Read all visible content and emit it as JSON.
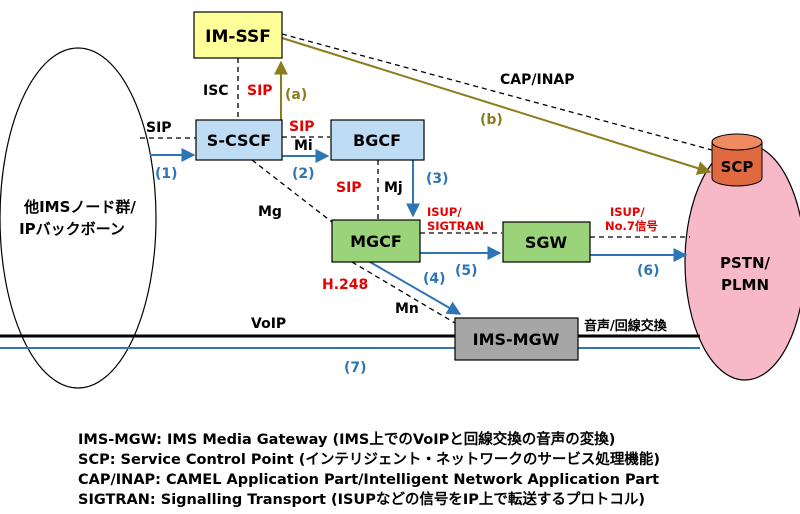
{
  "colors": {
    "node_fill_blue": "#bfdcf5",
    "node_fill_yellow": "#ffff99",
    "node_fill_green": "#9bd37a",
    "node_fill_gray": "#a6a6a6",
    "pstn_fill": "#f7b9c8",
    "scp_fill": "#e06a40",
    "step_number_blue": "#2e75b6",
    "protocol_red": "#e60000",
    "path_olive": "#8a7d1e"
  },
  "nodes": {
    "imssf": "IM-SSF",
    "scscf": "S-CSCF",
    "bgcf": "BGCF",
    "mgcf": "MGCF",
    "sgw": "SGW",
    "imsmgw": "IMS-MGW",
    "scp": "SCP",
    "pstn_line1": "PSTN/",
    "pstn_line2": "PLMN",
    "ims_group_line1": "他IMSノード群/",
    "ims_group_line2": "IPバックボーン"
  },
  "interfaces": {
    "isc": "ISC",
    "sip_isc": "SIP",
    "sip_left": "SIP",
    "sip_mi": "SIP",
    "mi": "Mi",
    "sip_mj": "SIP",
    "mj": "Mj",
    "mg": "Mg",
    "isup_sigtran_1": "ISUP/",
    "isup_sigtran_2": "SIGTRAN",
    "isup_no7_1": "ISUP/",
    "isup_no7_2": "No.7信号",
    "h248": "H.248",
    "mn": "Mn",
    "cap_inap": "CAP/INAP",
    "voip": "VoIP",
    "voice_cs": "音声/回線交換"
  },
  "steps": {
    "a": "(a)",
    "b": "(b)",
    "s1": "(1)",
    "s2": "(2)",
    "s3": "(3)",
    "s4": "(4)",
    "s5": "(5)",
    "s6": "(6)",
    "s7": "(7)"
  },
  "legend": [
    "IMS-MGW: IMS Media Gateway (IMS上でのVoIPと回線交換の音声の変換)",
    "SCP: Service Control Point (インテリジェント・ネットワークのサービス処理機能)",
    "CAP/INAP: CAMEL Application Part/Intelligent Network Application Part",
    "SIGTRAN: Signalling Transport (ISUPなどの信号をIP上で転送するプロトコル)"
  ]
}
